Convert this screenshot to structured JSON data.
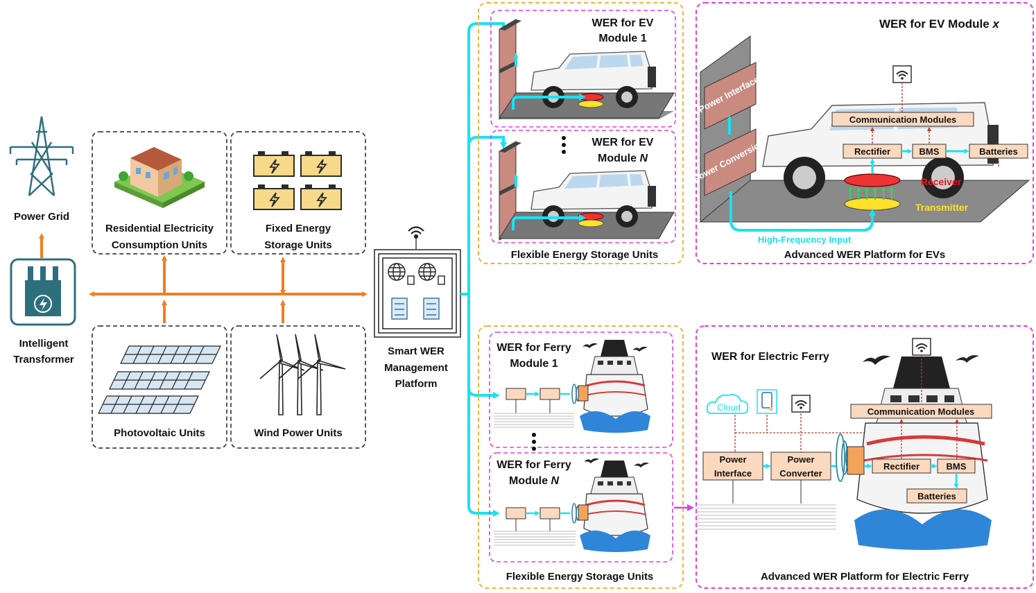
{
  "colors": {
    "orange": "#f07f23",
    "cyan": "#19e2f2",
    "magenta": "#e03ee0",
    "gold": "#f2b33b",
    "teal": "#2e6f7e",
    "brick": "#c98a80",
    "box_fill": "#fbd9be"
  },
  "left": {
    "power_grid": "Power Grid",
    "transformer": [
      "Intelligent",
      "Transformer"
    ],
    "residential": [
      "Residential Electricity",
      "Consumption Units"
    ],
    "fixed_storage": [
      "Fixed Energy",
      "Storage Units"
    ],
    "photovoltaic": "Photovoltaic Units",
    "wind": "Wind Power Units"
  },
  "platform": [
    "Smart WER",
    "Management",
    "Platform"
  ],
  "ev_group": {
    "module1": [
      "WER for EV",
      "Module 1"
    ],
    "moduleN_prefix": "WER for EV",
    "moduleN_line2": "Module ",
    "moduleN_italic": "N",
    "footer": "Flexible Energy Storage Units"
  },
  "ev_advanced": {
    "title_prefix": "WER for EV Module ",
    "title_italic": "x",
    "power_interface": "Power Interface",
    "power_conversion": "Power Conversion",
    "communication": "Communication Modules",
    "rectifier": "Rectifier",
    "bms": "BMS",
    "batteries": "Batteries",
    "receiver": "Receiver",
    "transmitter": "Transmitter",
    "hf_input": "High-Frequency Input",
    "footer": "Advanced WER Platform for EVs"
  },
  "ferry_group": {
    "module1": [
      "WER for Ferry",
      "Module 1"
    ],
    "moduleN_prefix": "WER for Ferry",
    "moduleN_line2": "Module ",
    "moduleN_italic": "N",
    "footer": "Flexible Energy Storage Units"
  },
  "ferry_advanced": {
    "title": "WER for Electric Ferry",
    "cloud": "Cloud",
    "power_interface": [
      "Power",
      "Interface"
    ],
    "power_converter": [
      "Power",
      "Converter"
    ],
    "communication": "Communication Modules",
    "rectifier": "Rectifier",
    "bms": "BMS",
    "batteries": "Batteries",
    "footer": "Advanced WER Platform for Electric Ferry"
  },
  "icons": [
    "transmission-tower-icon",
    "transformer-icon",
    "house-icon",
    "battery-icon",
    "solar-panel-icon",
    "wind-turbine-icon",
    "wifi-icon",
    "globe-icon",
    "checklist-icon",
    "car-icon",
    "ship-icon",
    "bird-icon",
    "cloud-icon",
    "smartphone-icon",
    "coil-icon"
  ]
}
